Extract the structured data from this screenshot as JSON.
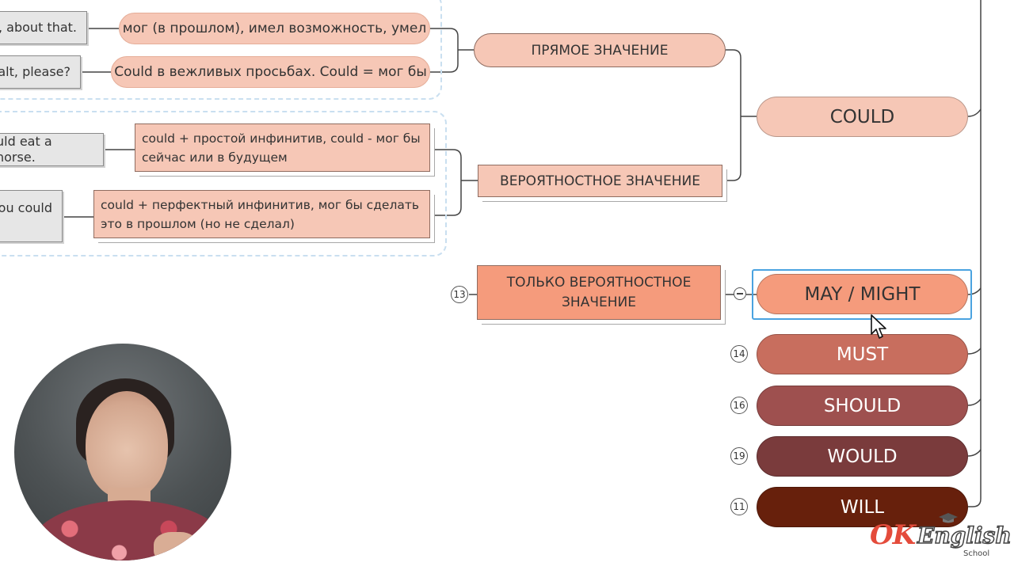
{
  "examples": [
    {
      "text": ", about that."
    },
    {
      "text": "alt, please?"
    },
    {
      "text": "uld eat a horse."
    },
    {
      "text": "ou could"
    }
  ],
  "subtopics": {
    "past_ability": "мог (в прошлом), имел возможность, умел",
    "polite_request": "Could в вежливых просьбах. Could = мог бы",
    "simple_infinitive_line1": "could + простой инфинитив, could - мог бы",
    "simple_infinitive_line2": "сейчас или в будущем",
    "perfect_infinitive_line1": "could + перфектный инфинитив, мог бы сделать",
    "perfect_infinitive_line2": "это в прошлом (но не сделал)"
  },
  "topics": {
    "direct_meaning": "ПРЯМОЕ ЗНАЧЕНИЕ",
    "probable_meaning": "ВЕРОЯТНОСТНОЕ ЗНАЧЕНИЕ",
    "only_probable_line1": "ТОЛЬКО ВЕРОЯТНОСТНОЕ",
    "only_probable_line2": "ЗНАЧЕНИЕ"
  },
  "badges": {
    "only_probable": "13"
  },
  "main_topics": [
    {
      "label": "COULD",
      "color": "#f6c7b6",
      "text_color": "#333333",
      "badge": ""
    },
    {
      "label": "MAY / MIGHT",
      "color": "#f59b7c",
      "text_color": "#333333",
      "badge": ""
    },
    {
      "label": "MUST",
      "color": "#c86e5e",
      "text_color": "#ffffff",
      "badge": "14"
    },
    {
      "label": "SHOULD",
      "color": "#9e504f",
      "text_color": "#ffffff",
      "badge": "16"
    },
    {
      "label": "WOULD",
      "color": "#7a3b3c",
      "text_color": "#ffffff",
      "badge": "19"
    },
    {
      "label": "WILL",
      "color": "#67200c",
      "text_color": "#ffffff",
      "badge": "11"
    }
  ],
  "logo": {
    "ok": "OK",
    "english": "English",
    "school": "School"
  }
}
